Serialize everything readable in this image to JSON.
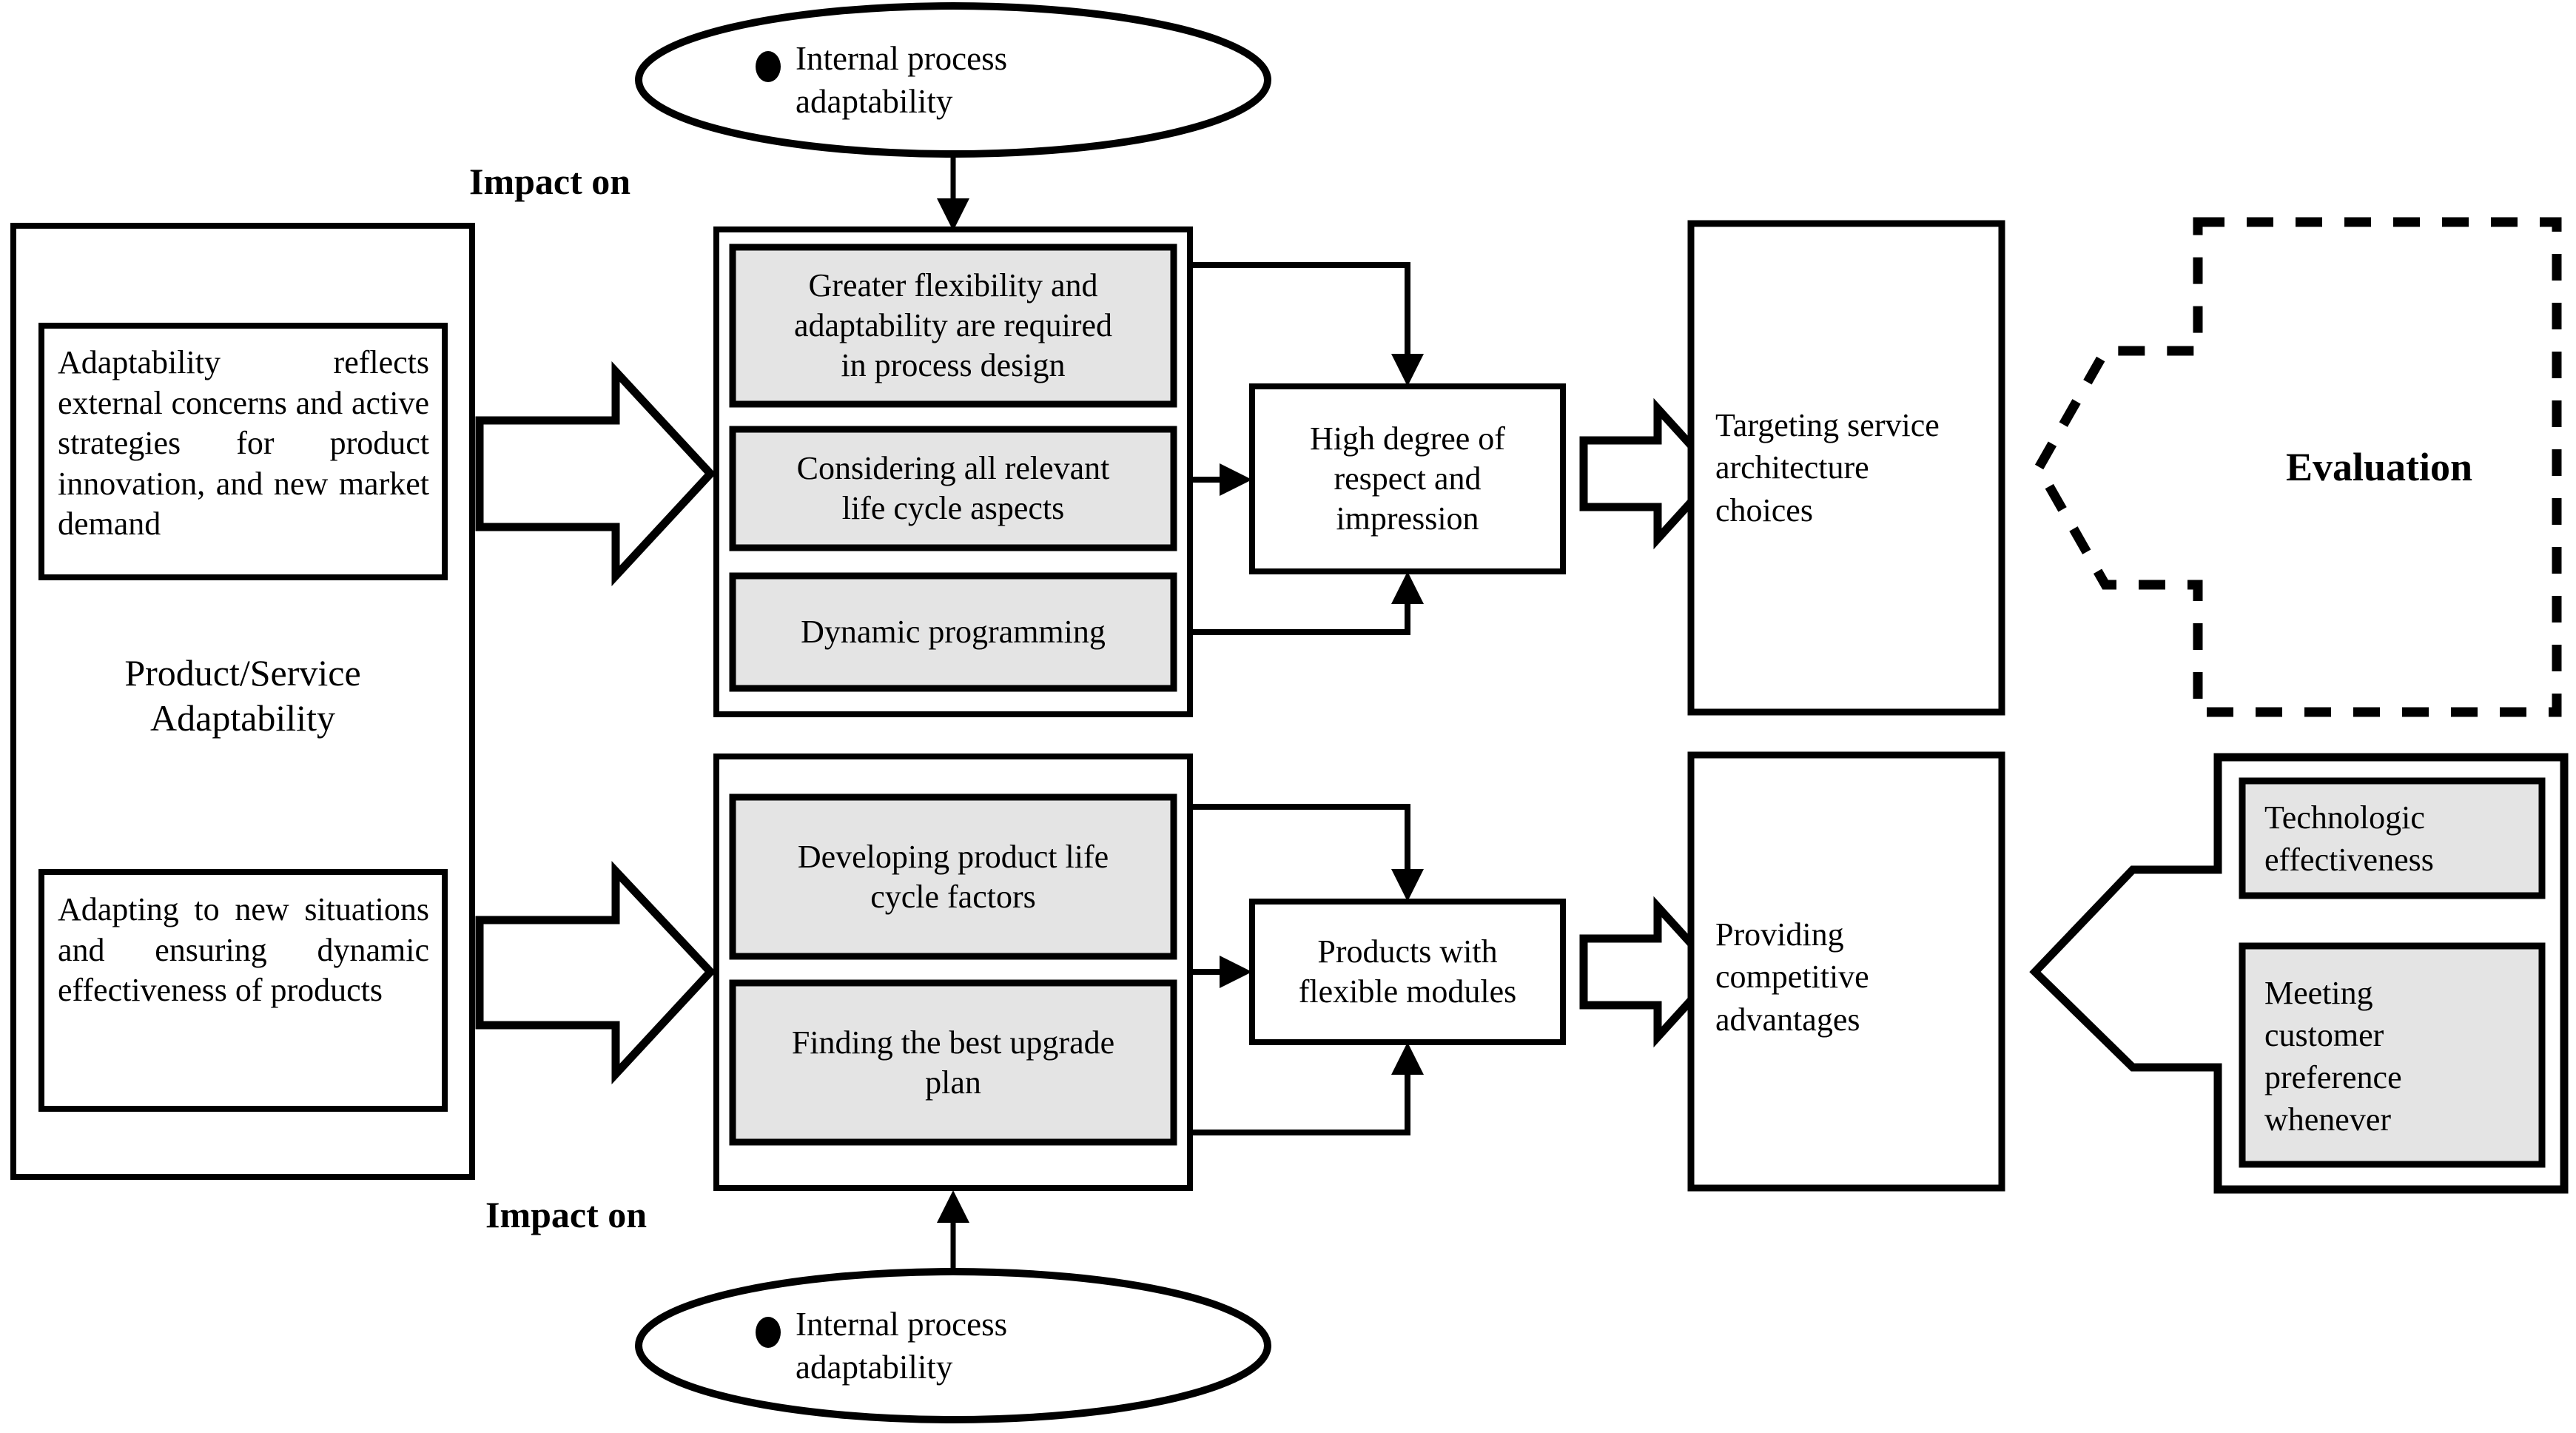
{
  "diagram": {
    "title": "Product/Service Adaptability impact flow diagram",
    "colors": {
      "stroke": "#000000",
      "fill_gray": "#e4e4e4",
      "background": "#ffffff"
    },
    "labels": {
      "impact_on_top": "Impact on",
      "impact_on_bottom": "Impact on"
    },
    "ellipses": [
      {
        "id": "ellipse-top",
        "bullet": "•",
        "text": "Internal process\nadaptability"
      },
      {
        "id": "ellipse-bottom",
        "bullet": "•",
        "text": "Internal process\nadaptability"
      }
    ],
    "left_panel": {
      "heading": "Product/Service\nAdaptability",
      "boxes": [
        {
          "id": "adaptability-definition",
          "text": "Adaptability reflects external concerns and active strategies for product innovation, and new market demand"
        },
        {
          "id": "adapting-definition",
          "text": "Adapting to new situations and ensuring dynamic effectiveness of products"
        }
      ]
    },
    "upper_track": {
      "items": [
        {
          "id": "greater-flexibility",
          "text": "Greater flexibility and\nadaptability are required\nin process design"
        },
        {
          "id": "life-cycle-aspects",
          "text": "Considering all relevant\nlife cycle aspects"
        },
        {
          "id": "dynamic-programming",
          "text": "Dynamic programming"
        }
      ],
      "aggregate": {
        "id": "high-degree-respect",
        "text": "High degree of\nrespect and\nimpression"
      },
      "outcome": {
        "id": "targeting-service",
        "text": "Targeting service\narchitecture\nchoices"
      },
      "evaluation": {
        "id": "evaluation",
        "text": "Evaluation"
      }
    },
    "lower_track": {
      "items": [
        {
          "id": "developing-life-cycle-factors",
          "text": "Developing product life\ncycle factors"
        },
        {
          "id": "best-upgrade-plan",
          "text": "Finding the best upgrade\nplan"
        }
      ],
      "aggregate": {
        "id": "products-flexible-modules",
        "text": "Products with\nflexible modules"
      },
      "outcome": {
        "id": "providing-competitive-advantages",
        "text": "Providing\ncompetitive\nadvantages"
      },
      "criteria": [
        {
          "id": "technologic-effectiveness",
          "text": "Technologic\neffectiveness"
        },
        {
          "id": "meeting-customer-preference",
          "text": "Meeting\ncustomer\npreference\nwhenever"
        }
      ]
    }
  }
}
